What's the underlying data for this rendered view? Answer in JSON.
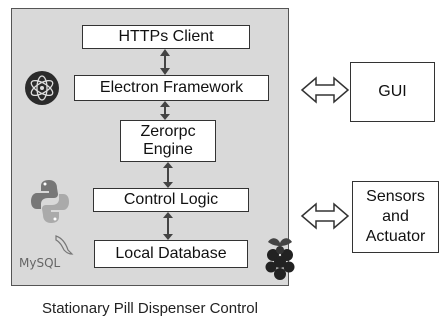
{
  "caption": "Stationary Pill Dispenser Control",
  "blocks": {
    "https_client": "HTTPs Client",
    "electron": "Electron Framework",
    "zerorpc_line1": "Zerorpc",
    "zerorpc_line2": "Engine",
    "control_logic": "Control Logic",
    "local_db": "Local Database"
  },
  "external": {
    "gui": "GUI",
    "sensors_line1": "Sensors",
    "sensors_line2": "and",
    "sensors_line3": "Actuator"
  },
  "logos": {
    "electron": "electron-logo-icon",
    "python": "python-logo-icon",
    "mysql": "MySQL",
    "raspberry": "raspberry-pi-icon"
  },
  "colors": {
    "panel": "#d9d9d9",
    "arrow": "#444444"
  }
}
